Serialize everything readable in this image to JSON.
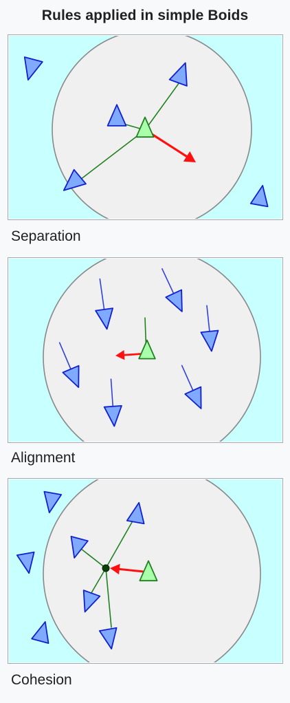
{
  "title": "Rules applied in simple Boids",
  "colors": {
    "background": "#c8ffff",
    "neighborhood": "#f0f0f0",
    "boid_fill": "#80aaff",
    "boid_stroke": "#1020d0",
    "focus_fill": "#aaffaa",
    "focus_stroke": "#208020",
    "steer_arrow": "#ff1010",
    "link_line": "#208020"
  },
  "icons": {
    "boid": "triangle-icon",
    "steering": "arrow-icon",
    "center_of_mass": "dot-icon"
  },
  "panels": [
    {
      "rule": "separation",
      "caption": "Separation"
    },
    {
      "rule": "alignment",
      "caption": "Alignment"
    },
    {
      "rule": "cohesion",
      "caption": "Cohesion"
    }
  ]
}
